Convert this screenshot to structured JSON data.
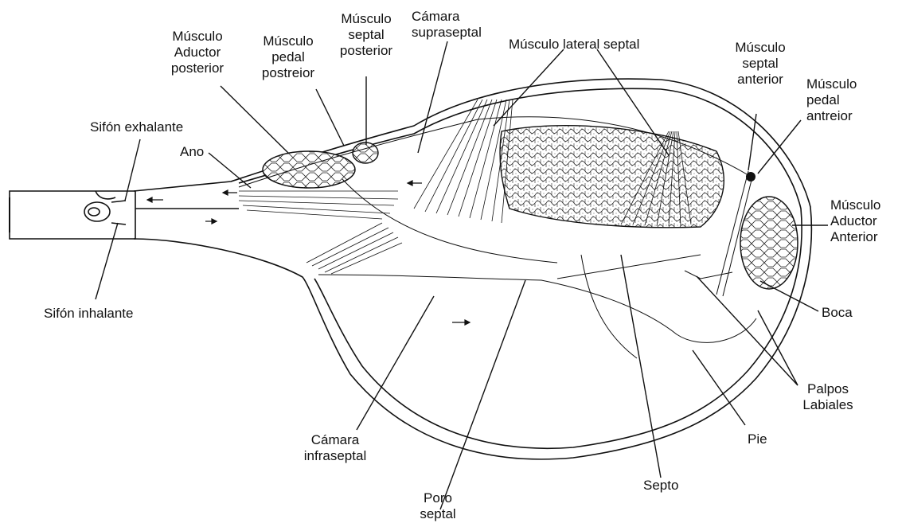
{
  "labels": {
    "musculo_aductor_posterior": [
      "Músculo",
      "Aductor",
      "posterior"
    ],
    "musculo_pedal_postreior": [
      "Músculo",
      "pedal",
      "postreior"
    ],
    "musculo_septal_posterior": [
      "Músculo",
      "septal",
      "posterior"
    ],
    "camara_supraseptal": [
      "Cámara",
      "supraseptal"
    ],
    "musculo_lateral_septal": "Músculo lateral septal",
    "musculo_septal_anterior": [
      "Músculo",
      "septal",
      "anterior"
    ],
    "musculo_pedal_antreior": [
      "Músculo",
      "pedal",
      "antreior"
    ],
    "sifon_exhalante": "Sifón exhalante",
    "ano": "Ano",
    "musculo_aductor_anterior": [
      "Músculo",
      "Aductor",
      "Anterior"
    ],
    "sifon_inhalante": "Sifón inhalante",
    "boca": "Boca",
    "palpos_labiales": [
      "Palpos",
      "Labiales"
    ],
    "camara_infraseptal": [
      "Cámara",
      "infraseptal"
    ],
    "pie": "Pie",
    "septo": "Septo",
    "poro_septal": [
      "Poro",
      "septal"
    ]
  },
  "colors": {
    "ink": "#111111",
    "background": "#ffffff"
  }
}
